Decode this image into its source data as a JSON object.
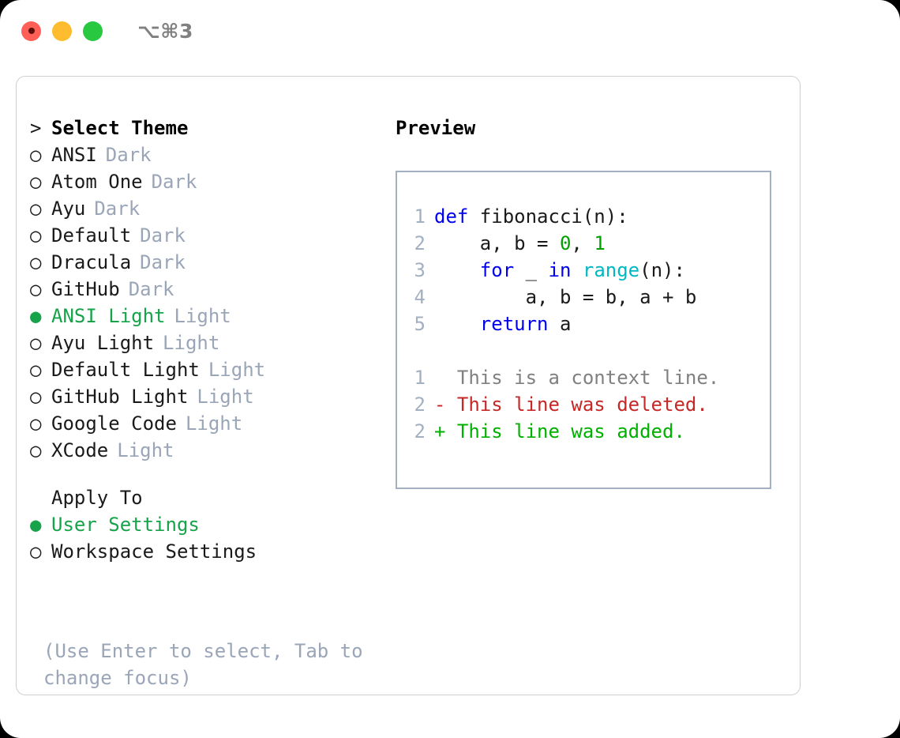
{
  "window": {
    "shortcut": "⌥⌘3",
    "traffic_lights": [
      {
        "name": "close",
        "color": "#ff5f57"
      },
      {
        "name": "minimize",
        "color": "#febc2e"
      },
      {
        "name": "maximize",
        "color": "#28c840"
      }
    ]
  },
  "theme_picker": {
    "prompt_marker": ">",
    "title": "Select Theme",
    "marker_selected": "●",
    "marker_unselected": "○",
    "selected_index": 6,
    "items": [
      {
        "label": "ANSI",
        "tag": "Dark",
        "selected": false
      },
      {
        "label": "Atom One",
        "tag": "Dark",
        "selected": false
      },
      {
        "label": "Ayu",
        "tag": "Dark",
        "selected": false
      },
      {
        "label": "Default",
        "tag": "Dark",
        "selected": false
      },
      {
        "label": "Dracula",
        "tag": "Dark",
        "selected": false
      },
      {
        "label": "GitHub",
        "tag": "Dark",
        "selected": false
      },
      {
        "label": "ANSI Light",
        "tag": "Light",
        "selected": true
      },
      {
        "label": "Ayu Light",
        "tag": "Light",
        "selected": false
      },
      {
        "label": "Default Light",
        "tag": "Light",
        "selected": false
      },
      {
        "label": "GitHub Light",
        "tag": "Light",
        "selected": false
      },
      {
        "label": "Google Code",
        "tag": "Light",
        "selected": false
      },
      {
        "label": "XCode",
        "tag": "Light",
        "selected": false
      }
    ]
  },
  "apply_to": {
    "title": "Apply To",
    "options": [
      {
        "label": "User Settings",
        "selected": true
      },
      {
        "label": "Workspace Settings",
        "selected": false
      }
    ]
  },
  "hint": "(Use Enter to select, Tab to change focus)",
  "preview": {
    "title": "Preview",
    "code": [
      {
        "ln": "1",
        "tokens": [
          {
            "t": "def",
            "c": "kw"
          },
          {
            "t": " fibonacci(n):",
            "c": ""
          }
        ]
      },
      {
        "ln": "2",
        "tokens": [
          {
            "t": "    a, b = ",
            "c": ""
          },
          {
            "t": "0",
            "c": "num"
          },
          {
            "t": ", ",
            "c": ""
          },
          {
            "t": "1",
            "c": "num"
          }
        ]
      },
      {
        "ln": "3",
        "tokens": [
          {
            "t": "    ",
            "c": ""
          },
          {
            "t": "for",
            "c": "kw"
          },
          {
            "t": " _ ",
            "c": ""
          },
          {
            "t": "in",
            "c": "kw"
          },
          {
            "t": " ",
            "c": ""
          },
          {
            "t": "range",
            "c": "fn"
          },
          {
            "t": "(n):",
            "c": ""
          }
        ]
      },
      {
        "ln": "4",
        "tokens": [
          {
            "t": "        a, b = b, a + b",
            "c": ""
          }
        ]
      },
      {
        "ln": "5",
        "tokens": [
          {
            "t": "    ",
            "c": ""
          },
          {
            "t": "return",
            "c": "kw"
          },
          {
            "t": " a",
            "c": ""
          }
        ]
      }
    ],
    "diff": [
      {
        "ln": "1",
        "sign": " ",
        "text": " This is a context line.",
        "kind": "context"
      },
      {
        "ln": "2",
        "sign": "-",
        "text": " This line was deleted.",
        "kind": "deleted"
      },
      {
        "ln": "2",
        "sign": "+",
        "text": " This line was added.",
        "kind": "added"
      }
    ]
  },
  "colors": {
    "accent_green": "#16a34a",
    "tag_gray": "#9aa5b8",
    "keyword_blue": "#0000ee",
    "number_green": "#00a000",
    "function_cyan": "#00b8c4",
    "diff_deleted": "#c62828",
    "diff_added": "#00b000",
    "panel_border": "#cfcfcf",
    "preview_border": "#a3b0c2"
  }
}
